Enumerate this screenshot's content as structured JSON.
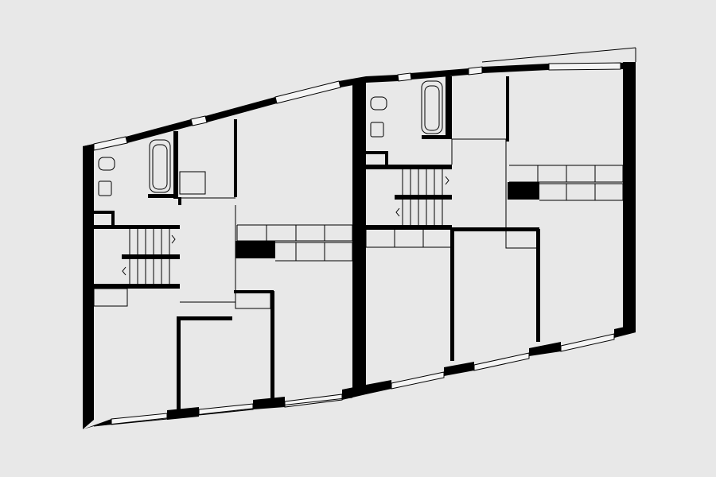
{
  "drawing": {
    "type": "architectural-floor-plan",
    "units": 2,
    "colors": {
      "paper": "#e8e8e8",
      "wall": "#000000",
      "thin_line": "#000000",
      "glazing": "#f4f4f4"
    },
    "fixtures": [
      "bathtub",
      "toilet",
      "washbasin",
      "staircase",
      "kitchen-counter"
    ]
  }
}
